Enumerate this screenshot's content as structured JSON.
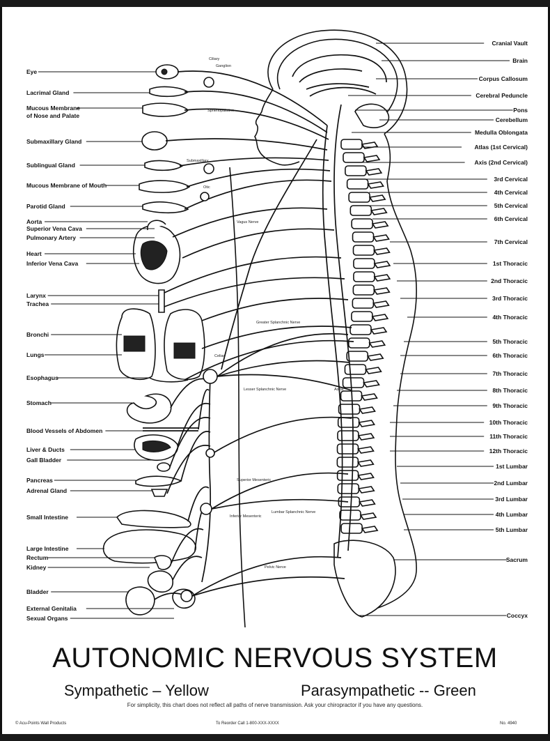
{
  "header_note": "",
  "title": "AUTONOMIC NERVOUS SYSTEM",
  "legend": {
    "sympathetic": "Sympathetic – Yellow",
    "parasympathetic": "Parasympathetic -- Green"
  },
  "disclaimer": "For simplicity, this chart does not reflect all paths of nerve transmission. Ask your chiropractor if you have any questions.",
  "footer": {
    "left": "© Acu-Points Wall Products",
    "center": "To Reorder Call 1-800-XXX-XXXX",
    "right": "No. 4940"
  },
  "colors": {
    "sympathetic": "#e8c400",
    "parasympathetic": "#2e8b3a"
  },
  "left_labels": [
    "Eye",
    "Lacrimal Gland",
    "Mucous Membrane",
    "of Nose and Palate",
    "Submaxillary Gland",
    "Sublingual Gland",
    "Mucous Membrane of Mouth",
    "Parotid Gland",
    "Aorta",
    "Superior Vena Cava",
    "Pulmonary Artery",
    "Heart",
    "Inferior Vena Cava",
    "Larynx",
    "Trachea",
    "Bronchi",
    "Lungs",
    "Esophagus",
    "Stomach",
    "Blood Vessels of Abdomen",
    "Liver & Ducts",
    "Gall Bladder",
    "Pancreas",
    "Adrenal Gland",
    "Small Intestine",
    "Large Intestine",
    "Rectum",
    "Kidney",
    "Bladder",
    "External Genitalia",
    "Sexual Organs"
  ],
  "right_labels": [
    "Cranial Vault",
    "Brain",
    "Corpus Callosum",
    "Cerebral Peduncle",
    "Pons",
    "Cerebellum",
    "Medulla Oblongata",
    "Atlas (1st Cervical)",
    "Axis (2nd Cervical)",
    "3rd Cervical",
    "4th Cervical",
    "5th Cervical",
    "6th Cervical",
    "7th Cervical",
    "1st Thoracic",
    "2nd Thoracic",
    "3rd Thoracic",
    "4th Thoracic",
    "5th Thoracic",
    "6th Thoracic",
    "7th Thoracic",
    "8th Thoracic",
    "9th Thoracic",
    "10th Thoracic",
    "11th Thoracic",
    "12th Thoracic",
    "1st Lumbar",
    "2nd Lumbar",
    "3rd Lumbar",
    "4th Lumbar",
    "5th Lumbar",
    "Sacrum",
    "Coccyx"
  ],
  "inner_labels": [
    "Ciliary",
    "Ganglion",
    "Sphenopalatine",
    "Otic",
    "Submaxillary",
    "Celiac",
    "Superior Mesenteric",
    "Inferior Mesenteric",
    "Pelvic Nerve",
    "Vagus Nerve",
    "Aorta",
    "Greater Splanchnic Nerve",
    "Lesser Splanchnic Nerve",
    "Lumbar Splanchnic Nerve"
  ]
}
